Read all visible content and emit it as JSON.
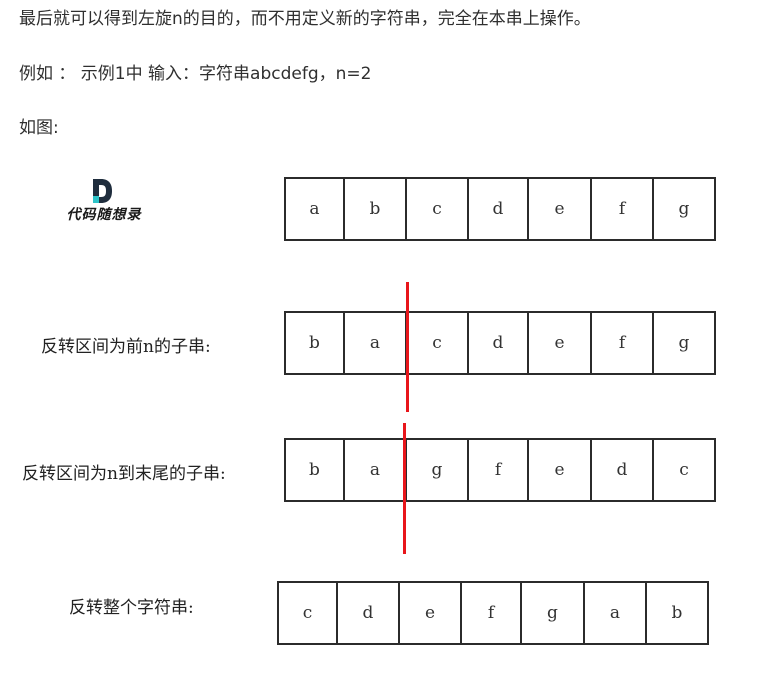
{
  "paragraphs": {
    "p1": "最后就可以得到左旋n的目的，而不用定义新的字符串，完全在本串上操作。",
    "p2": "例如 ： 示例1中 输入：字符串abcdefg，n=2",
    "p3": "如图:"
  },
  "logo": {
    "text": "代码随想录"
  },
  "rows": [
    {
      "label": "",
      "cells": [
        "a",
        "b",
        "c",
        "d",
        "e",
        "f",
        "g"
      ]
    },
    {
      "label": "反转区间为前n的子串:",
      "cells": [
        "b",
        "a",
        "c",
        "d",
        "e",
        "f",
        "g"
      ]
    },
    {
      "label": "反转区间为n到末尾的子串:",
      "cells": [
        "b",
        "a",
        "g",
        "f",
        "e",
        "d",
        "c"
      ]
    },
    {
      "label": "反转整个字符串:",
      "cells": [
        "c",
        "d",
        "e",
        "f",
        "g",
        "a",
        "b"
      ]
    }
  ],
  "colors": {
    "divider": "#e8161b",
    "border": "#2b2b2b"
  }
}
